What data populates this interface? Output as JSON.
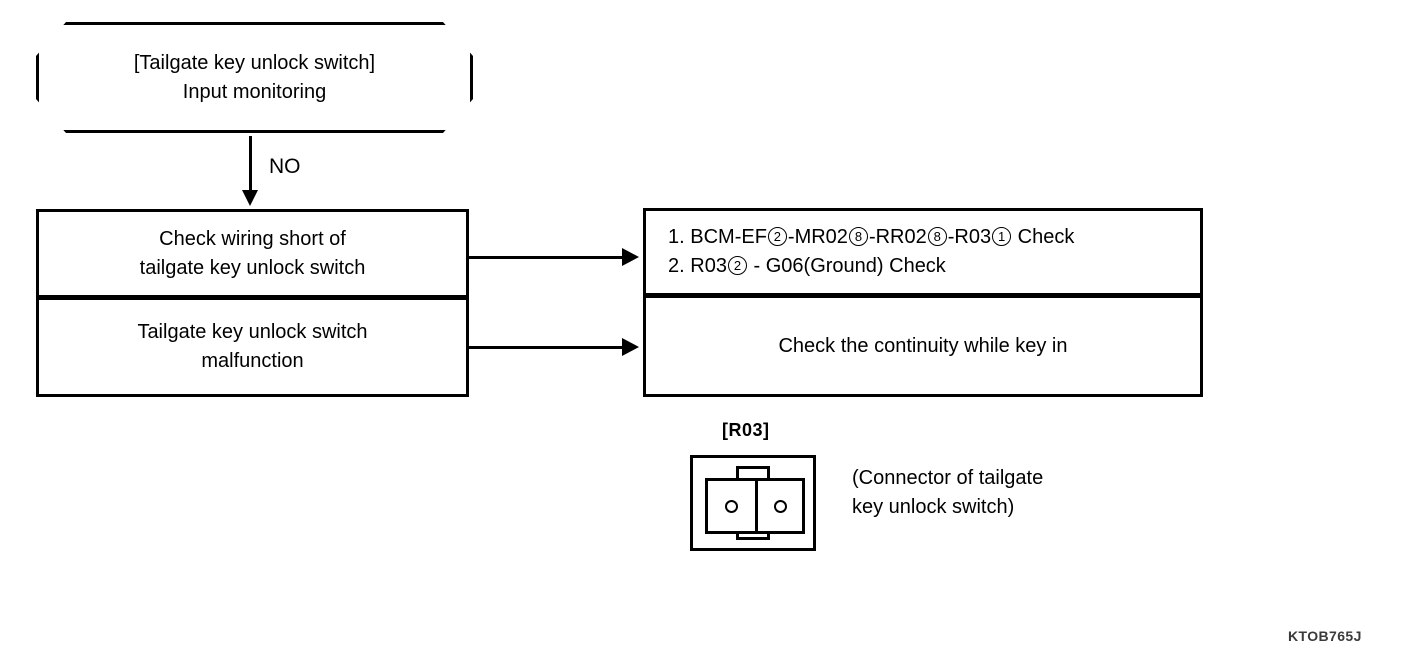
{
  "diagram": {
    "start_node": {
      "line1": "[Tailgate key unlock switch]",
      "line2": "Input monitoring"
    },
    "branch_label": "NO",
    "left_steps": [
      {
        "line1": "Check wiring short of",
        "line2": "tailgate key unlock switch"
      },
      {
        "line1": "Tailgate key unlock switch",
        "line2": "malfunction"
      }
    ],
    "right_actions": {
      "item1": {
        "number": "1.",
        "seg1": "BCM-EF",
        "pin1": "2",
        "seg2": "-MR02",
        "pin2": "8",
        "seg3": "-RR02",
        "pin3": "8",
        "seg4": "-R03",
        "pin4": "1",
        "tail": "Check"
      },
      "item2": {
        "number": "2.",
        "seg1": "R03",
        "pin1": "2",
        "tail": "- G06(Ground) Check"
      },
      "continuity_check": "Check the continuity while key in"
    },
    "connector": {
      "label": "[R03]",
      "caption_line1": "(Connector of tailgate",
      "caption_line2": "key unlock switch)",
      "pin_count": 2
    },
    "figure_code": "KTOB765J"
  }
}
